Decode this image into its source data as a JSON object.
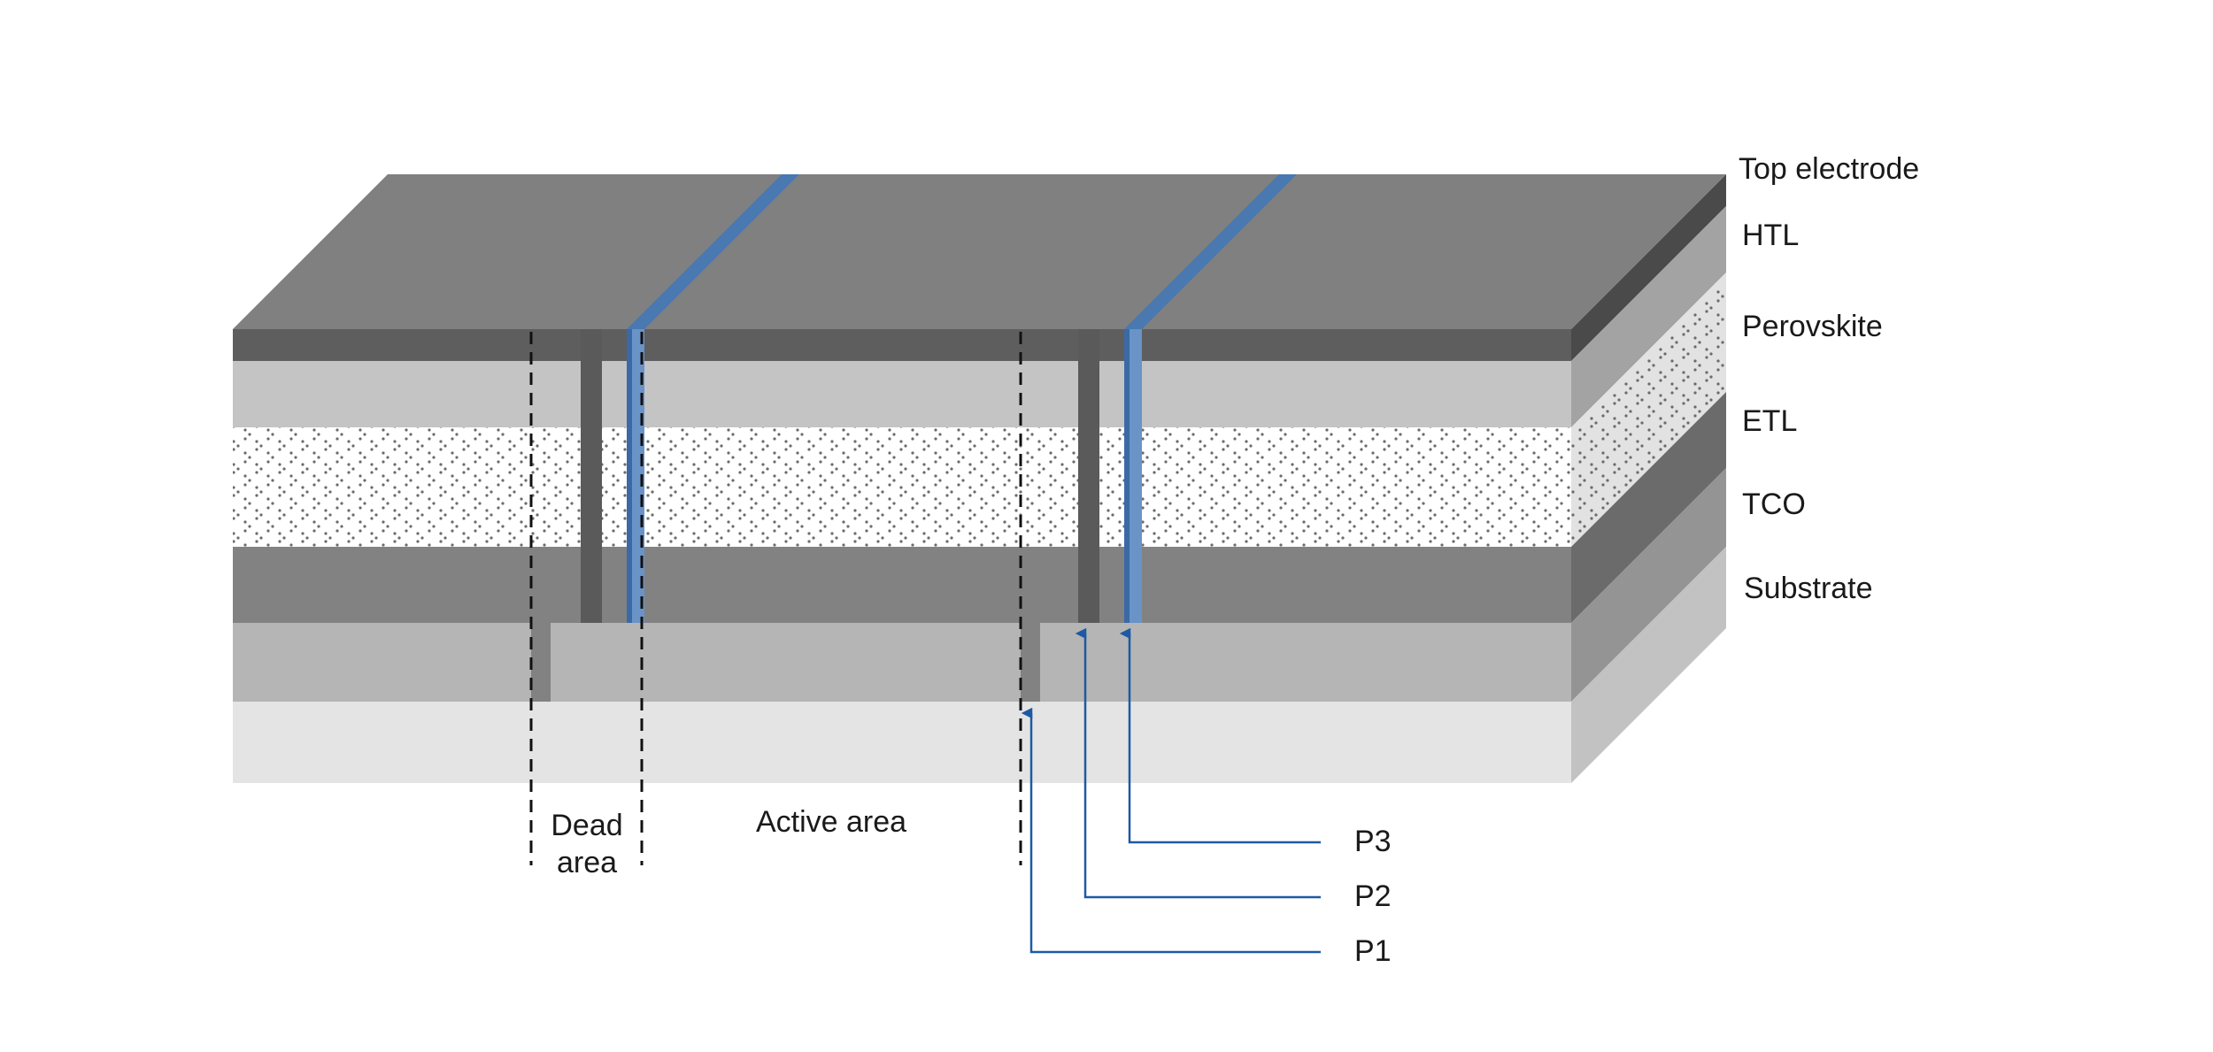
{
  "layer_labels": {
    "top_electrode": "Top electrode",
    "htl": "HTL",
    "perovskite": "Perovskite",
    "etl": "ETL",
    "tco": "TCO",
    "substrate": "Substrate"
  },
  "region_labels": {
    "dead_line1": "Dead",
    "dead_line2": "area",
    "active": "Active area"
  },
  "scribe_labels": {
    "p1": "P1",
    "p2": "P2",
    "p3": "P3"
  },
  "colors": {
    "top_electrode_top": "#808080",
    "top_electrode_front": "#5e5e5e",
    "top_electrode_side": "#4a4a4a",
    "htl_front": "#c4c4c4",
    "htl_side": "#a3a3a3",
    "perovskite_dots": "#666666",
    "etl_front": "#828282",
    "etl_side": "#6b6b6b",
    "tco_front": "#b5b5b5",
    "tco_side": "#949494",
    "substrate_front": "#e4e4e4",
    "substrate_side": "#c2c2c2",
    "scribe_blue": "#6a93c7",
    "scribe_blue_dark": "#3a6aa6",
    "arrow_blue": "#1d5aa3",
    "p2_groove": "#5a5a5a"
  }
}
